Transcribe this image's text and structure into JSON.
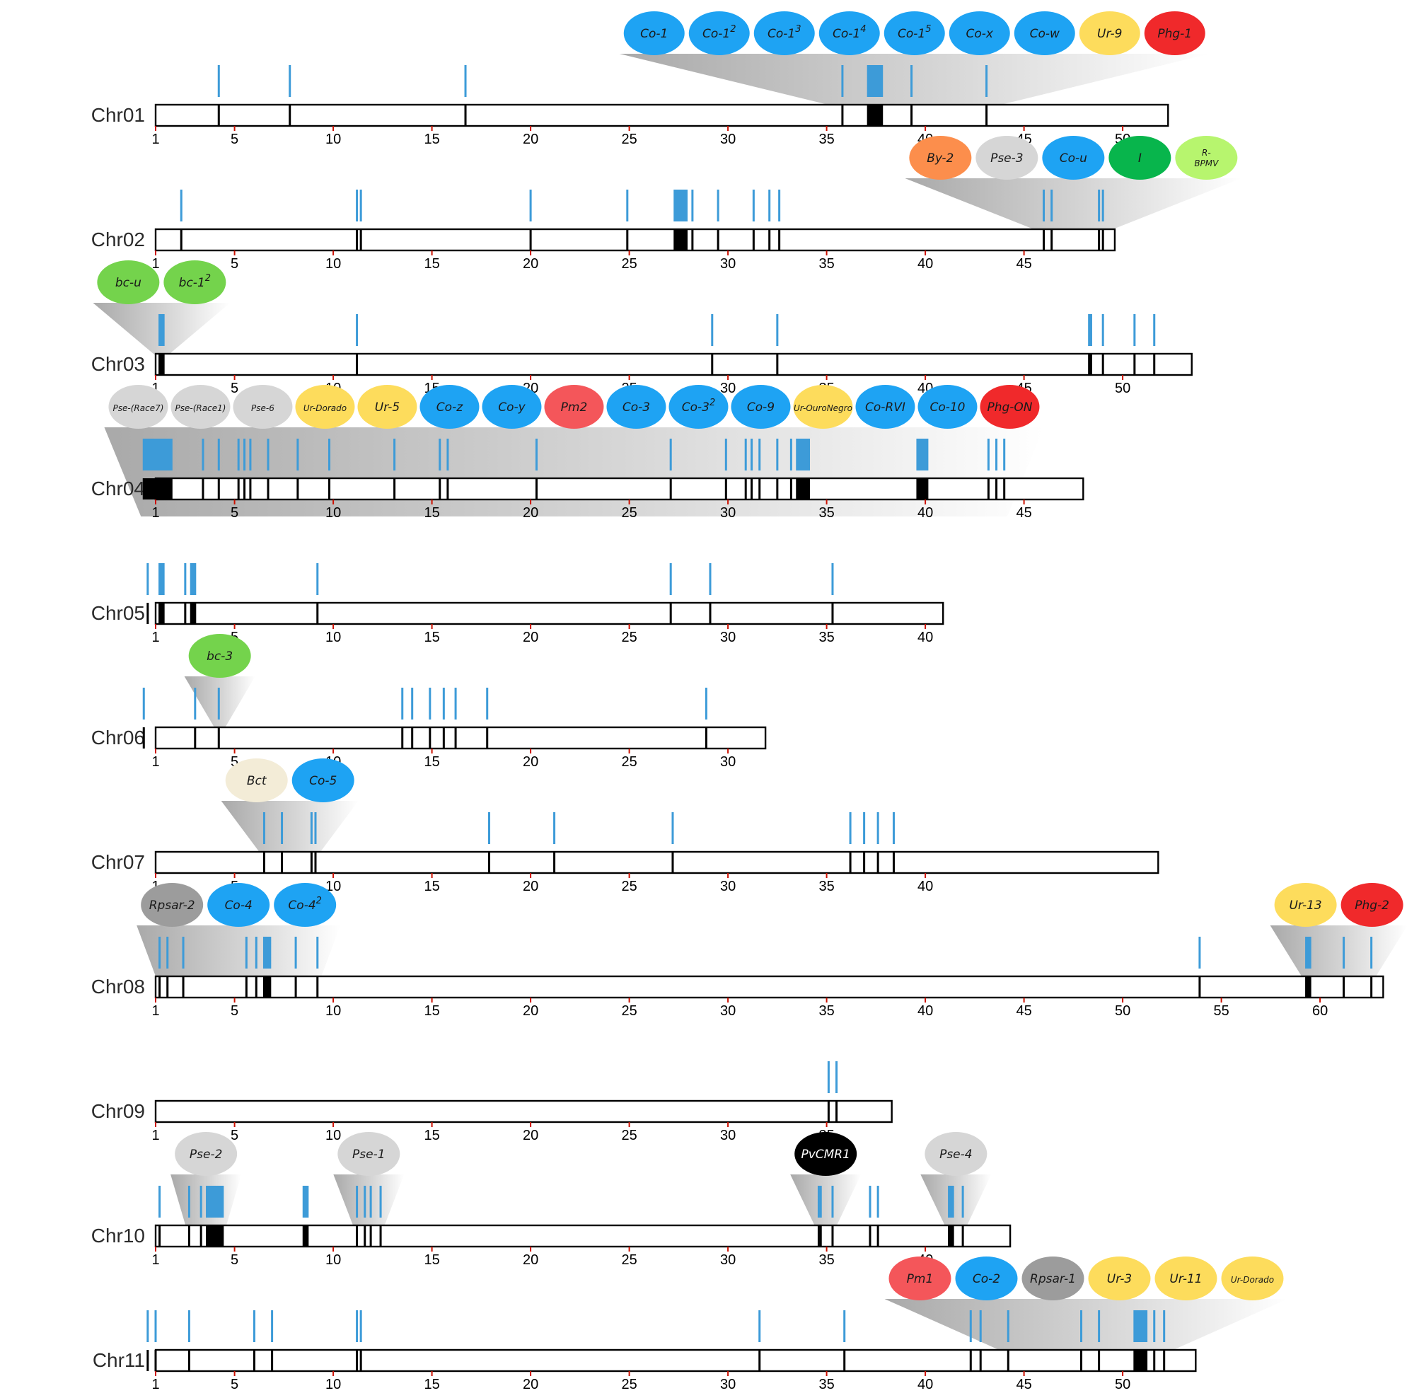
{
  "chromosomes": [
    {
      "name": "Chr01",
      "length": 52.3,
      "ticks": [
        1,
        5,
        10,
        15,
        20,
        25,
        30,
        35,
        40,
        45,
        50
      ],
      "markers": [
        4.2,
        7.8,
        16.7,
        35.8,
        [
          37.1,
          37.8
        ],
        39.3,
        43.1
      ],
      "clusters": [
        {
          "from": 35.8,
          "to": 43.1,
          "genes": [
            {
              "label": "Co-1",
              "color": "blue"
            },
            {
              "label": "Co-1",
              "sup": "2",
              "color": "blue"
            },
            {
              "label": "Co-1",
              "sup": "3",
              "color": "blue"
            },
            {
              "label": "Co-1",
              "sup": "4",
              "color": "blue"
            },
            {
              "label": "Co-1",
              "sup": "5",
              "color": "blue"
            },
            {
              "label": "Co-x",
              "color": "blue"
            },
            {
              "label": "Co-w",
              "color": "blue"
            },
            {
              "label": "Ur-9",
              "color": "yellow"
            },
            {
              "label": "Phg-1",
              "color": "red"
            }
          ]
        }
      ]
    },
    {
      "name": "Chr02",
      "length": 49.6,
      "ticks": [
        1,
        5,
        10,
        15,
        20,
        25,
        30,
        35,
        40,
        45
      ],
      "markers": [
        2.3,
        11.2,
        11.4,
        20.0,
        24.9,
        [
          27.3,
          27.9
        ],
        28.2,
        29.5,
        31.3,
        32.1,
        32.6,
        46.0,
        46.4,
        48.8,
        49.0
      ],
      "clusters": [
        {
          "from": 46.0,
          "to": 49.0,
          "genes": [
            {
              "label": "By-2",
              "color": "orange"
            },
            {
              "label": "Pse-3",
              "color": "lightgray"
            },
            {
              "label": "Co-u",
              "color": "blue"
            },
            {
              "label": "I",
              "color": "darkgreen"
            },
            {
              "label": "R-",
              "label2": "BPMV",
              "color": "lime",
              "small": true
            }
          ]
        }
      ]
    },
    {
      "name": "Chr03",
      "length": 53.5,
      "ticks": [
        1,
        5,
        10,
        15,
        20,
        25,
        30,
        35,
        40,
        45,
        50
      ],
      "markers": [
        [
          1.2,
          1.4
        ],
        11.2,
        29.2,
        32.5,
        48.3,
        48.4,
        49.0,
        50.6,
        51.6
      ],
      "clusters": [
        {
          "from": 1.2,
          "to": 1.4,
          "genes": [
            {
              "label": "bc-u",
              "color": "green"
            },
            {
              "label": "bc-1",
              "sup": "2",
              "color": "green"
            }
          ]
        }
      ]
    },
    {
      "name": "Chr04",
      "length": 48.0,
      "ticks": [
        1,
        5,
        10,
        15,
        20,
        25,
        30,
        35,
        40,
        45
      ],
      "markers": [
        [
          0.4,
          1.8
        ],
        3.4,
        4.2,
        5.2,
        5.5,
        5.8,
        6.7,
        8.2,
        9.8,
        13.1,
        15.4,
        15.8,
        20.3,
        27.1,
        29.9,
        30.9,
        31.2,
        31.6,
        32.5,
        33.2,
        [
          33.5,
          34.1
        ],
        [
          39.6,
          40.1
        ],
        43.2,
        43.6,
        44.0
      ],
      "clusters": [
        {
          "from": 0.4,
          "to": 44.0,
          "tip": 2.3,
          "genes": [
            {
              "label": "Pse-(Race7)",
              "color": "lightgray",
              "small": true
            },
            {
              "label": "Pse-(Race1)",
              "color": "lightgray",
              "small": true
            },
            {
              "label": "Pse-6",
              "color": "lightgray",
              "small": true
            },
            {
              "label": "Ur-Dorado",
              "color": "yellow",
              "small": true
            },
            {
              "label": "Ur-5",
              "color": "yellow"
            },
            {
              "label": "Co-z",
              "color": "blue"
            },
            {
              "label": "Co-y",
              "color": "blue"
            },
            {
              "label": "Pm2",
              "color": "salmon"
            },
            {
              "label": "Co-3",
              "color": "blue"
            },
            {
              "label": "Co-3",
              "sup": "2",
              "color": "blue"
            },
            {
              "label": "Co-9",
              "color": "blue"
            },
            {
              "label": "Ur-OuroNegro",
              "color": "yellow",
              "small": true
            },
            {
              "label": "Co-RVI",
              "color": "blue"
            },
            {
              "label": "Co-10",
              "color": "blue"
            },
            {
              "label": "Phg-ON",
              "color": "red"
            }
          ]
        }
      ]
    },
    {
      "name": "Chr05",
      "length": 40.9,
      "ticks": [
        1,
        5,
        10,
        15,
        20,
        25,
        30,
        35,
        40
      ],
      "markers": [
        0.6,
        [
          1.2,
          1.4
        ],
        2.5,
        [
          2.8,
          3.0
        ],
        9.2,
        27.1,
        29.1,
        35.3
      ],
      "clusters": []
    },
    {
      "name": "Chr06",
      "length": 31.9,
      "ticks": [
        1,
        5,
        10,
        15,
        20,
        25,
        30
      ],
      "markers": [
        0.4,
        3.0,
        4.2,
        13.5,
        14.0,
        14.9,
        15.6,
        16.2,
        17.8,
        28.9
      ],
      "clusters": [
        {
          "from": 4.2,
          "to": 4.3,
          "genes": [
            {
              "label": "bc-3",
              "color": "green"
            }
          ]
        }
      ]
    },
    {
      "name": "Chr07",
      "length": 51.8,
      "ticks": [
        1,
        5,
        10,
        15,
        20,
        25,
        30,
        35,
        40
      ],
      "markers": [
        6.5,
        7.4,
        8.9,
        9.1,
        17.9,
        21.2,
        27.2,
        36.2,
        36.9,
        37.6,
        38.4
      ],
      "clusters": [
        {
          "from": 6.5,
          "to": 9.1,
          "genes": [
            {
              "label": "Bct",
              "color": "cream"
            },
            {
              "label": "Co-5",
              "color": "blue"
            }
          ]
        }
      ]
    },
    {
      "name": "Chr08",
      "length": 63.2,
      "ticks": [
        1,
        5,
        10,
        15,
        20,
        25,
        30,
        35,
        40,
        45,
        50,
        55,
        60
      ],
      "markers": [
        1.2,
        1.6,
        2.4,
        5.6,
        6.1,
        [
          6.5,
          6.8
        ],
        8.1,
        9.2,
        53.9,
        [
          59.3,
          59.5
        ],
        61.2,
        62.6
      ],
      "clusters": [
        {
          "from": 1.2,
          "to": 9.2,
          "genes": [
            {
              "label": "Rpsar-2",
              "color": "gray"
            },
            {
              "label": "Co-4",
              "color": "blue"
            },
            {
              "label": "Co-4",
              "sup": "2",
              "color": "blue"
            }
          ]
        },
        {
          "from": 59.3,
          "to": 62.6,
          "genes": [
            {
              "label": "Ur-13",
              "color": "yellow"
            },
            {
              "label": "Phg-2",
              "color": "red"
            }
          ]
        }
      ]
    },
    {
      "name": "Chr09",
      "length": 38.3,
      "ticks": [
        1,
        5,
        10,
        15,
        20,
        25,
        30,
        35
      ],
      "markers": [
        35.1,
        35.5
      ],
      "clusters": []
    },
    {
      "name": "Chr10",
      "length": 44.3,
      "ticks": [
        1,
        5,
        10,
        15,
        20,
        25,
        30,
        35,
        40
      ],
      "markers": [
        1.2,
        2.7,
        3.3,
        [
          3.6,
          4.4
        ],
        [
          8.5,
          8.7
        ],
        11.2,
        11.6,
        11.9,
        12.4,
        34.6,
        34.7,
        35.3,
        37.2,
        37.6,
        [
          41.2,
          41.4
        ],
        41.9
      ],
      "clusters": [
        {
          "from": 2.7,
          "to": 4.4,
          "genes": [
            {
              "label": "Pse-2",
              "color": "lightgray"
            }
          ]
        },
        {
          "from": 11.2,
          "to": 12.4,
          "genes": [
            {
              "label": "Pse-1",
              "color": "lightgray"
            }
          ]
        },
        {
          "from": 34.6,
          "to": 35.3,
          "genes": [
            {
              "label": "PvCMR1",
              "color": "black"
            }
          ]
        },
        {
          "from": 41.2,
          "to": 41.9,
          "genes": [
            {
              "label": "Pse-4",
              "color": "lightgray"
            }
          ]
        }
      ]
    },
    {
      "name": "Chr11",
      "length": 53.7,
      "ticks": [
        1,
        5,
        10,
        15,
        20,
        25,
        30,
        35,
        40,
        45,
        50
      ],
      "markers": [
        0.6,
        1.0,
        2.7,
        6.0,
        6.9,
        11.2,
        11.4,
        31.6,
        35.9,
        42.3,
        42.8,
        44.2,
        47.9,
        48.8,
        [
          50.6,
          51.2
        ],
        51.6,
        52.1
      ],
      "clusters": [
        {
          "from": 44.2,
          "to": 52.1,
          "genes": [
            {
              "label": "Pm1",
              "color": "salmon"
            },
            {
              "label": "Co-2",
              "color": "blue"
            },
            {
              "label": "Rpsar-1",
              "color": "gray"
            },
            {
              "label": "Ur-3",
              "color": "yellow"
            },
            {
              "label": "Ur-11",
              "color": "yellow"
            },
            {
              "label": "Ur-Dorado",
              "color": "yellow",
              "small": true
            }
          ]
        }
      ]
    }
  ],
  "colors": {
    "blue": "#1ea3f3",
    "yellow": "#fddc5c",
    "red": "#f0292b",
    "salmon": "#f4565a",
    "green": "#74d34c",
    "darkgreen": "#08b54c",
    "lime": "#b7f56e",
    "orange": "#fc8e4c",
    "lightgray": "#d6d6d6",
    "gray": "#9c9c9c",
    "black": "#000000",
    "cream": "#f3ecd7",
    "marker": "#3d9bd8",
    "tick": "#cc1100"
  }
}
